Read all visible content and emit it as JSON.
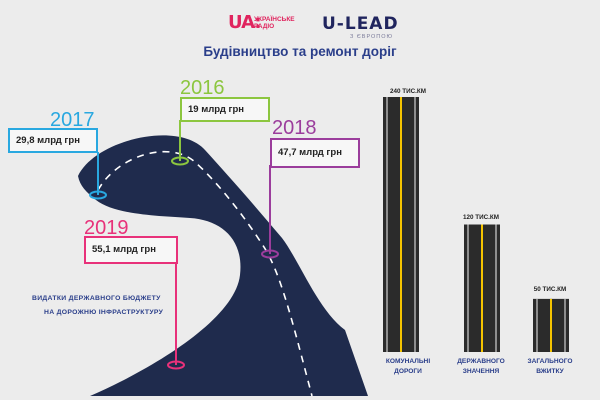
{
  "header": {
    "ua_mark": "UA:",
    "ua_line1": "УКРАЇНСЬКЕ",
    "ua_line2": "РАДІО",
    "ulead": "U-LEAD",
    "ulead_sub": "З ЄВРОПОЮ",
    "title": "Будівництво та ремонт доріг"
  },
  "budget_note": {
    "line1": "ВИДАТКИ ДЕРЖАВНОГО БЮДЖЕТУ",
    "line2": "НА ДОРОЖНЮ ІНФРАСТРУКТУРУ"
  },
  "colors": {
    "2016": "#8cc63f",
    "2017": "#29a8e0",
    "2018": "#9b3d9c",
    "2019": "#e8317a",
    "road": "#1f2b4d",
    "title": "#2a3e8a"
  },
  "chart_data": [
    {
      "type": "table",
      "title": "",
      "unit": "млрд грн",
      "entries": [
        {
          "year": "2016",
          "value": 19,
          "label": "19 млрд грн"
        },
        {
          "year": "2017",
          "value": 29.8,
          "label": "29,8 млрд грн"
        },
        {
          "year": "2018",
          "value": 47.7,
          "label": "47,7 млрд грн"
        },
        {
          "year": "2019",
          "value": 55.1,
          "label": "55,1 млрд грн"
        }
      ]
    },
    {
      "type": "bar",
      "title": "",
      "categories": [
        {
          "line1": "КОМУНАЛЬНІ",
          "line2": "ДОРОГИ"
        },
        {
          "line1": "ДЕРЖАВНОГО",
          "line2": "ЗНАЧЕННЯ"
        },
        {
          "line1": "ЗАГАЛЬНОГО",
          "line2": "ВЖИТКУ"
        }
      ],
      "values": [
        240,
        120,
        50
      ],
      "value_labels": [
        "240 ТИС.КМ",
        "120 ТИС.КМ",
        "50 ТИС.КМ"
      ],
      "unit": "тис. км",
      "ylim": [
        0,
        240
      ],
      "grid": false,
      "legend": "none"
    }
  ]
}
